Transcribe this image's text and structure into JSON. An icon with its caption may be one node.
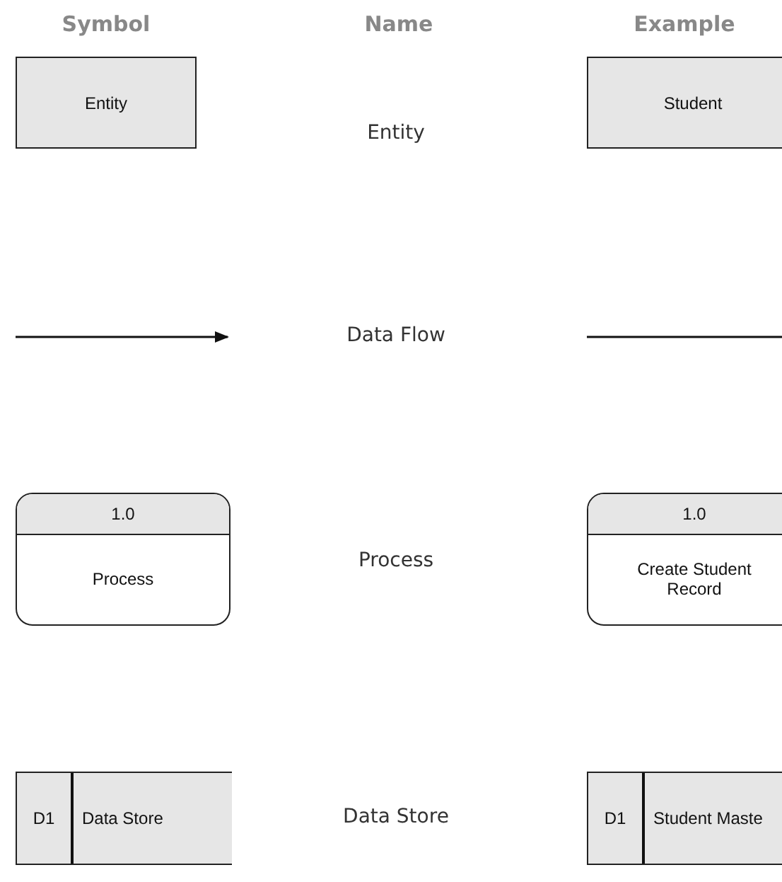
{
  "diagram": {
    "nodes": [
      {
        "text": [
          "Entity"
        ]
      },
      {
        "text": [
          "Student"
        ]
      },
      {
        "text": [
          "1.0",
          "Process"
        ]
      },
      {
        "text": [
          "1.0",
          "Create Student Record"
        ]
      },
      {
        "text": [
          "D1",
          "Data Store"
        ]
      },
      {
        "text": [
          "D1",
          "Student Maste"
        ]
      }
    ],
    "labels": [
      "Symbol",
      "Name",
      "Example",
      "Entity",
      "Data Flow",
      "Process",
      "Data Store"
    ]
  }
}
